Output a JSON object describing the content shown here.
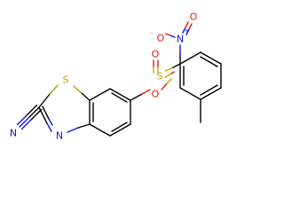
{
  "molecule": {
    "atoms": {
      "n_nitrile": {
        "symbol": "N",
        "color": "#1515e0"
      },
      "s_thiazole": {
        "symbol": "S",
        "color": "#b3a300"
      },
      "n_thiazole": {
        "symbol": "N",
        "color": "#1515e0"
      },
      "o_ester": {
        "symbol": "O",
        "color": "#e8190c"
      },
      "s_sulfonyl": {
        "symbol": "S",
        "color": "#c8a400"
      },
      "o_sulfonyl_1": {
        "symbol": "O",
        "color": "#e8190c"
      },
      "o_sulfonyl_2": {
        "symbol": "O",
        "color": "#e8190c"
      },
      "n_nitro": {
        "symbol": "N",
        "charge": "+",
        "color": "#1515e0"
      },
      "o_nitro_1": {
        "symbol": "O",
        "charge": "-",
        "color": "#e8190c"
      },
      "o_nitro_2": {
        "symbol": "O",
        "color": "#e8190c"
      }
    },
    "colors": {
      "carbon_bond": "#000000",
      "oxygen": "#e8190c",
      "nitrogen": "#1515e0",
      "sulfur": "#b3a300",
      "background": "#ffffff"
    }
  }
}
